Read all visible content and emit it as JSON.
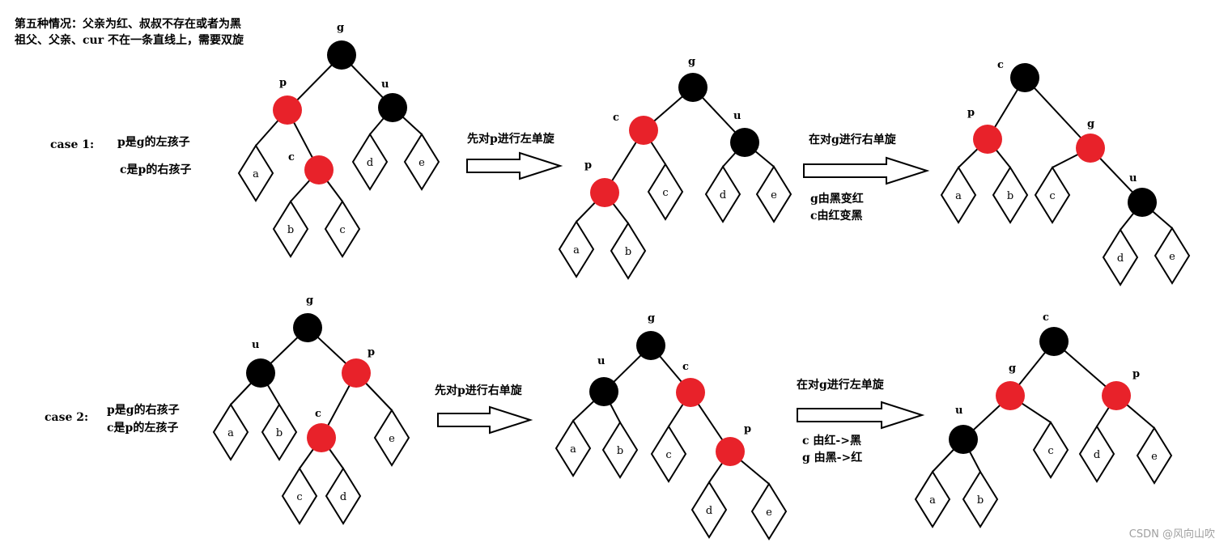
{
  "heading": {
    "line1": "第五种情况：父亲为红、叔叔不存在或者为黑",
    "line2": "祖父、父亲、cur 不在一条直线上，需要双旋"
  },
  "case1": {
    "label": "case 1:",
    "cond1": "p是g的左孩子",
    "cond2": "c是p的右孩子",
    "step1": "先对p进行左单旋",
    "step2": "在对g进行右单旋",
    "recolor1": "g由黑变红",
    "recolor2": "c由红变黑"
  },
  "case2": {
    "label": "case 2:",
    "cond1": "p是g的右孩子",
    "cond2": "c是p的左孩子",
    "step1": "先对p进行右单旋",
    "step2": "在对g进行左单旋",
    "recolor1": "c 由红->黑",
    "recolor2": "g 由黑->红"
  },
  "colors": {
    "red": "#e8222a",
    "black": "#000000"
  },
  "watermark": "CSDN @风向山吹"
}
